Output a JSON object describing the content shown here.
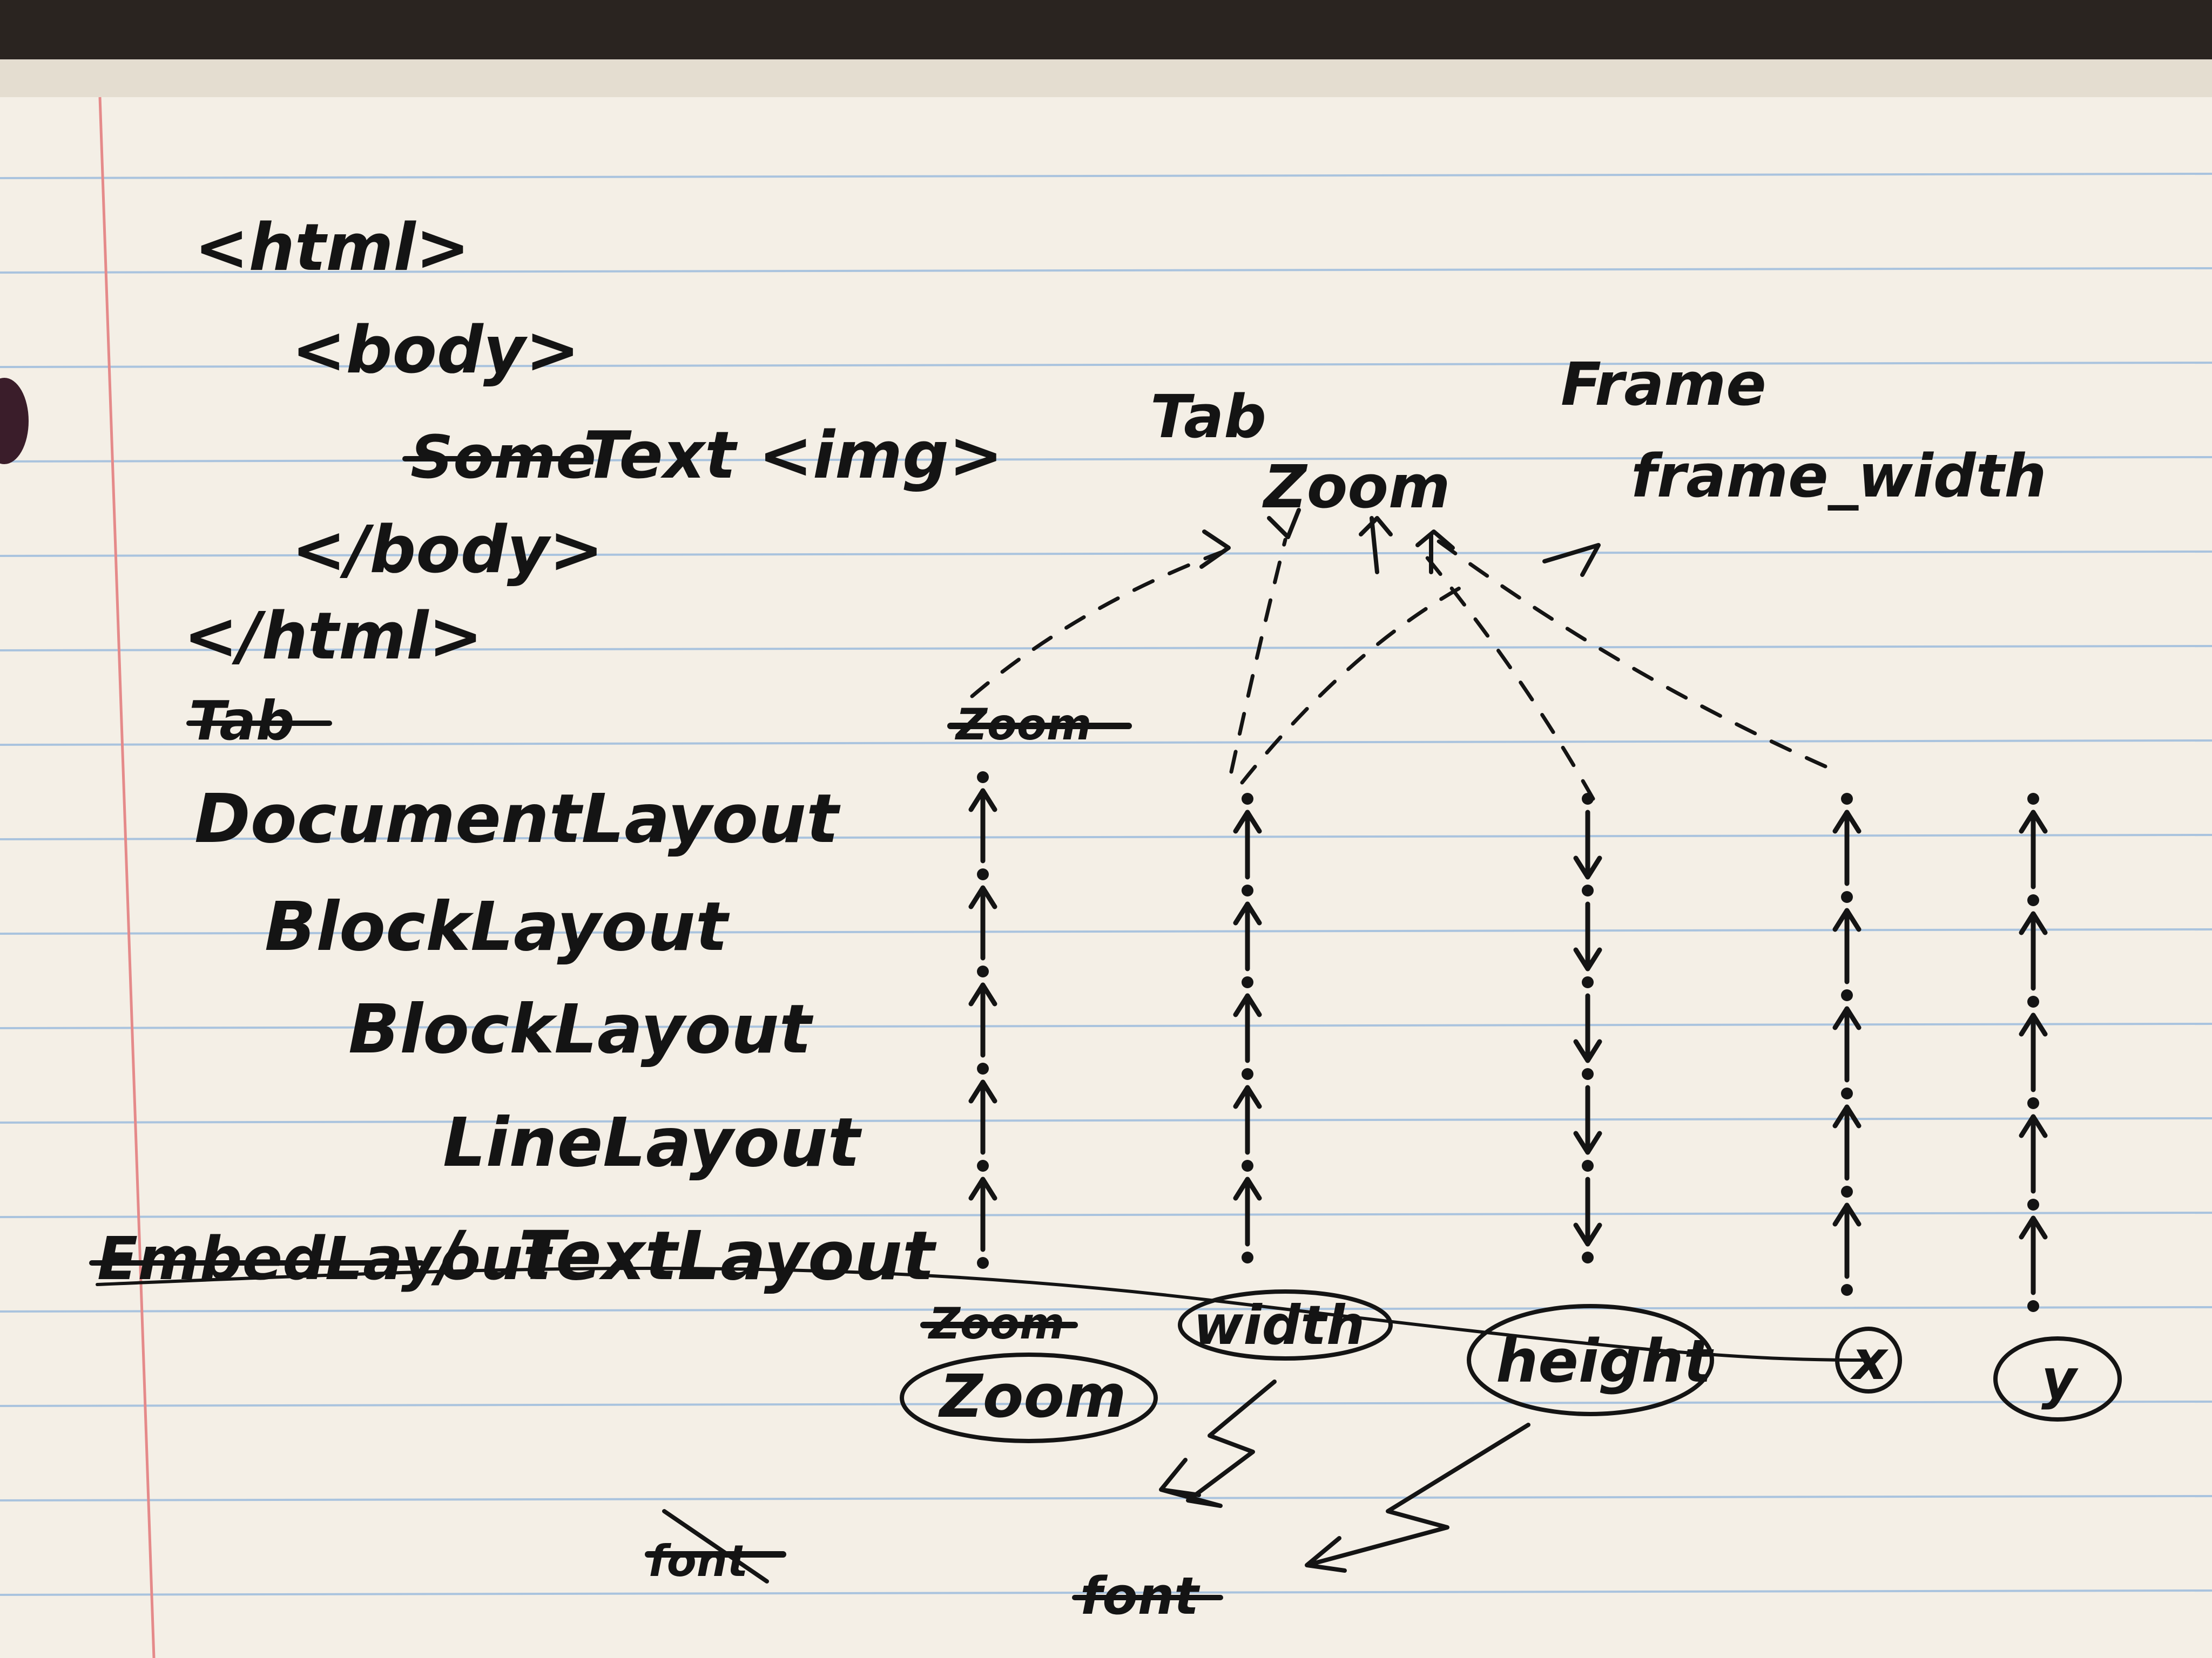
{
  "colors": {
    "paper": "#f4efe6",
    "paper_edge": "#e4ddd0",
    "rule_line": "#a9c3de",
    "margin_line": "#e58a8a",
    "ink": "#141414",
    "background": "#2a2420"
  },
  "tree": {
    "html_open": "<html>",
    "body_open": "<body>",
    "body_content": "Text <img>",
    "body_content_crossed": "Some",
    "body_close": "</body>",
    "html_close": "</html>",
    "tab_crossed": "Tab"
  },
  "layout_tree": {
    "document_layout": "DocumentLayout",
    "block_layout_1": "BlockLayout",
    "block_layout_2": "BlockLayout",
    "line_layout": "LineLayout",
    "embed_layout_crossed": "EmbedLayout",
    "separator": "/",
    "text_layout": "TextLayout"
  },
  "sources": {
    "tab": "Tab",
    "zoom": "Zoom",
    "frame": "Frame",
    "frame_width": "frame_width"
  },
  "fields": {
    "zoom_crossed_top": "Zoom",
    "zoom_crossed_bottom": "Zoom",
    "zoom": "Zoom",
    "width": "width",
    "height": "height",
    "x": "x",
    "y": "y",
    "font_crossed_left": "font",
    "font_crossed": "font"
  }
}
